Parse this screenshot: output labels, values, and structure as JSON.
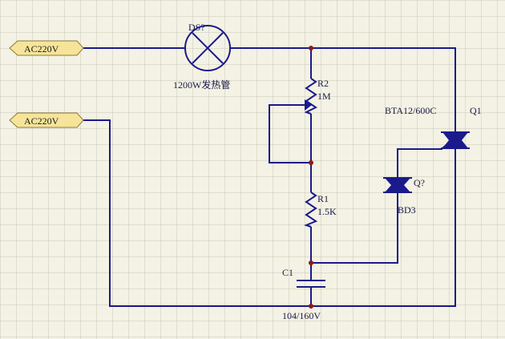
{
  "ports": {
    "top": "AC220V",
    "bottom": "AC220V"
  },
  "lamp": {
    "designator": "DS?",
    "value": "1200W发热管"
  },
  "r2": {
    "designator": "R2",
    "value": "1M"
  },
  "r1": {
    "designator": "R1",
    "value": "1.5K"
  },
  "c1": {
    "designator": "C1",
    "value": "104/160V"
  },
  "diac": {
    "designator": "Q?",
    "value": "BD3"
  },
  "triac": {
    "designator": "Q1",
    "value": "BTA12/600C"
  },
  "colors": {
    "background": "#f3f2e4",
    "grid": "#c9c8b8",
    "wire": "#1a1a8c",
    "junction": "#8c1a1a",
    "port_fill": "#f6e49a",
    "port_stroke": "#8a7a3a"
  }
}
